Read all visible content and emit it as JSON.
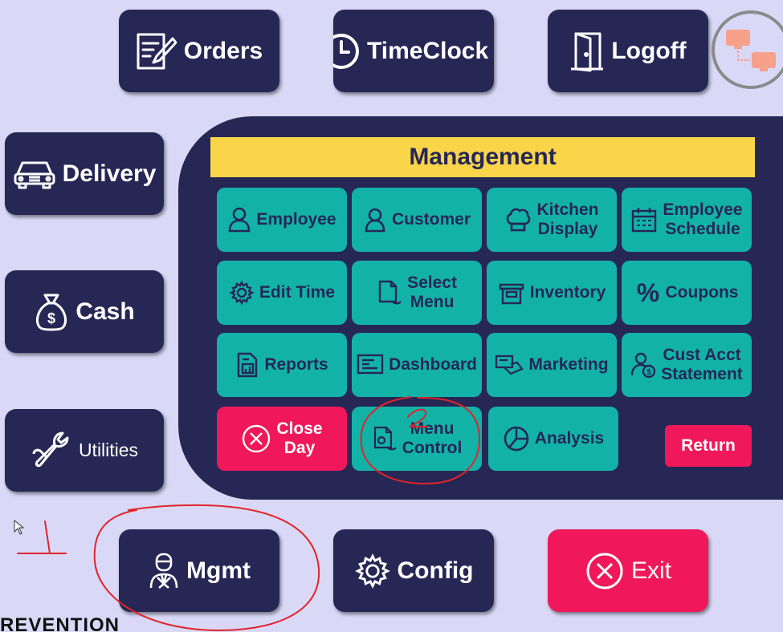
{
  "nav": {
    "orders": "Orders",
    "timeclock": "TimeClock",
    "logoff": "Logoff",
    "delivery": "Delivery",
    "cash": "Cash",
    "utilities": "Utilities",
    "mgmt": "Mgmt",
    "config": "Config",
    "exit": "Exit"
  },
  "management": {
    "title": "Management",
    "tiles": [
      {
        "label": "Employee",
        "icon": "employee-icon"
      },
      {
        "label": "Customer",
        "icon": "customer-icon"
      },
      {
        "label": "Kitchen\nDisplay",
        "icon": "chef-hat-icon"
      },
      {
        "label": "Employee\nSchedule",
        "icon": "calendar-icon"
      },
      {
        "label": "Edit Time",
        "icon": "gear-icon"
      },
      {
        "label": "Select\nMenu",
        "icon": "menu-doc-icon"
      },
      {
        "label": "Inventory",
        "icon": "inventory-icon"
      },
      {
        "label": "Coupons",
        "icon": "percent-icon"
      },
      {
        "label": "Reports",
        "icon": "report-icon"
      },
      {
        "label": "Dashboard",
        "icon": "dashboard-icon"
      },
      {
        "label": "Marketing",
        "icon": "marketing-icon"
      },
      {
        "label": "Cust Acct\nStatement",
        "icon": "statement-icon"
      },
      {
        "label": "Close\nDay",
        "icon": "close-circle-icon"
      },
      {
        "label": "Menu\nControl",
        "icon": "menu-control-icon"
      },
      {
        "label": "Analysis",
        "icon": "pie-chart-icon"
      }
    ],
    "return_label": "Return"
  },
  "annotations": {
    "step1": "1",
    "step2": "2"
  },
  "brand": "REVENTION",
  "colors": {
    "background": "#d9d9f7",
    "navy": "#262755",
    "teal": "#12b3a6",
    "yellow": "#fad54a",
    "red": "#f0185a",
    "annotation": "#e0242b"
  }
}
